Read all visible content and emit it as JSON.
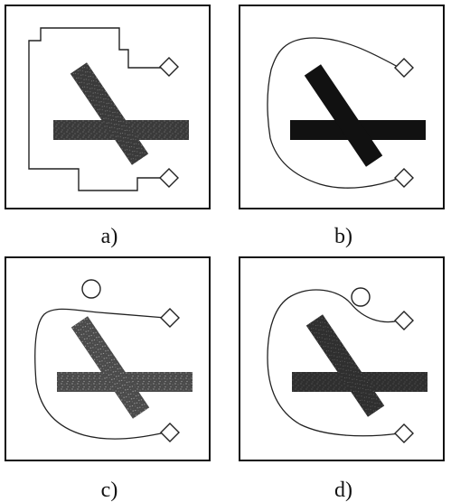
{
  "panels": [
    {
      "id": "a",
      "caption": "a)",
      "path_type": "piecewise-linear",
      "has_circle_obstacle": false,
      "obstacle_style": "stippled",
      "colors": {
        "line": "#222222",
        "obstacle_fill": "#3c3c3c"
      }
    },
    {
      "id": "b",
      "caption": "b)",
      "path_type": "smooth-curve",
      "has_circle_obstacle": false,
      "obstacle_style": "solid",
      "colors": {
        "line": "#222222",
        "obstacle_fill": "#111111"
      }
    },
    {
      "id": "c",
      "caption": "c)",
      "path_type": "smooth-curve",
      "has_circle_obstacle": true,
      "obstacle_style": "stippled",
      "colors": {
        "line": "#222222",
        "obstacle_fill": "#444444"
      }
    },
    {
      "id": "d",
      "caption": "d)",
      "path_type": "smooth-curve",
      "has_circle_obstacle": true,
      "obstacle_style": "stippled",
      "colors": {
        "line": "#222222",
        "obstacle_fill": "#2c2c2c"
      }
    }
  ],
  "shared_icons": [
    "diamond-endpoint-icon",
    "circle-obstacle-icon"
  ]
}
